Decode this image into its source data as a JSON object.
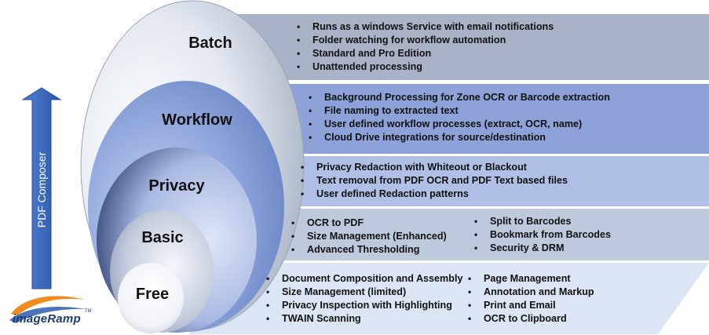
{
  "side_label": "PDF Composer",
  "logo": {
    "text": "imageRamp",
    "tm": "TM"
  },
  "colors": {
    "arrow": "#3b6cc4",
    "batch": "#aab3c6",
    "workflow": "#8ca2d9",
    "privacy": "#b0bfe6",
    "basic": "#bfc9dc",
    "free": "#dce5f4"
  },
  "tiers": {
    "batch": {
      "label": "Batch",
      "features": [
        "Runs as a windows Service with email notifications",
        "Folder watching for workflow automation",
        "Standard and Pro Edition",
        "Unattended processing"
      ]
    },
    "workflow": {
      "label": "Workflow",
      "features": [
        "Background Processing for Zone OCR or Barcode extraction",
        "File naming to extracted text",
        "User defined workflow processes (extract, OCR, name)",
        "Cloud Drive integrations for source/destination"
      ]
    },
    "privacy": {
      "label": "Privacy",
      "features": [
        "Privacy Redaction with Whiteout or Blackout",
        "Text removal from PDF OCR and PDF Text based files",
        "User defined Redaction patterns"
      ]
    },
    "basic": {
      "label": "Basic",
      "features_left": [
        "OCR to PDF",
        "Size Management (Enhanced)",
        "Advanced Thresholding"
      ],
      "features_right": [
        "Split to Barcodes",
        "Bookmark from Barcodes",
        "Security & DRM"
      ]
    },
    "free": {
      "label": "Free",
      "features_left": [
        "Document Composition and Assembly",
        "Size Management (limited)",
        "Privacy Inspection with Highlighting",
        "TWAIN Scanning"
      ],
      "features_right": [
        "Page Management",
        "Annotation and Markup",
        "Print and Email",
        "OCR to Clipboard"
      ]
    }
  }
}
